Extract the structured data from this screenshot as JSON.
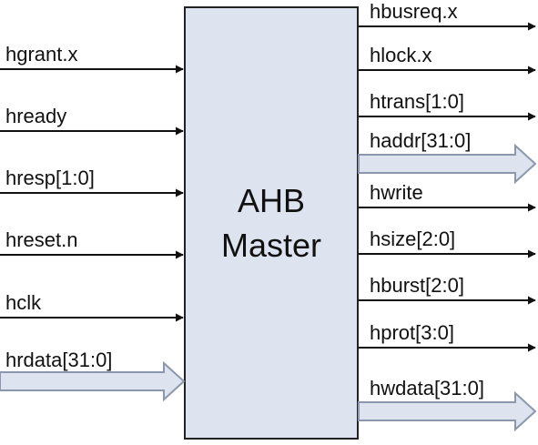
{
  "block": {
    "title_line1": "AHB",
    "title_line2": "Master",
    "fill_color": "#dde3ef",
    "border_color": "#222222"
  },
  "inputs": [
    {
      "label": "hgrant.x",
      "bus": false
    },
    {
      "label": "hready",
      "bus": false
    },
    {
      "label": "hresp[1:0]",
      "bus": false
    },
    {
      "label": "hreset.n",
      "bus": false
    },
    {
      "label": "hclk",
      "bus": false
    },
    {
      "label": "hrdata[31:0]",
      "bus": true
    }
  ],
  "outputs": [
    {
      "label": "hbusreq.x",
      "bus": false
    },
    {
      "label": "hlock.x",
      "bus": false
    },
    {
      "label": "htrans[1:0]",
      "bus": false
    },
    {
      "label": "haddr[31:0]",
      "bus": true
    },
    {
      "label": "hwrite",
      "bus": false
    },
    {
      "label": "hsize[2:0]",
      "bus": false
    },
    {
      "label": "hburst[2:0]",
      "bus": false
    },
    {
      "label": "hprot[3:0]",
      "bus": false
    },
    {
      "label": "hwdata[31:0]",
      "bus": true
    }
  ],
  "colors": {
    "wire": "#111111",
    "bus_arrow_fill": "#dde3ef",
    "bus_arrow_stroke": "#8a97ad"
  }
}
